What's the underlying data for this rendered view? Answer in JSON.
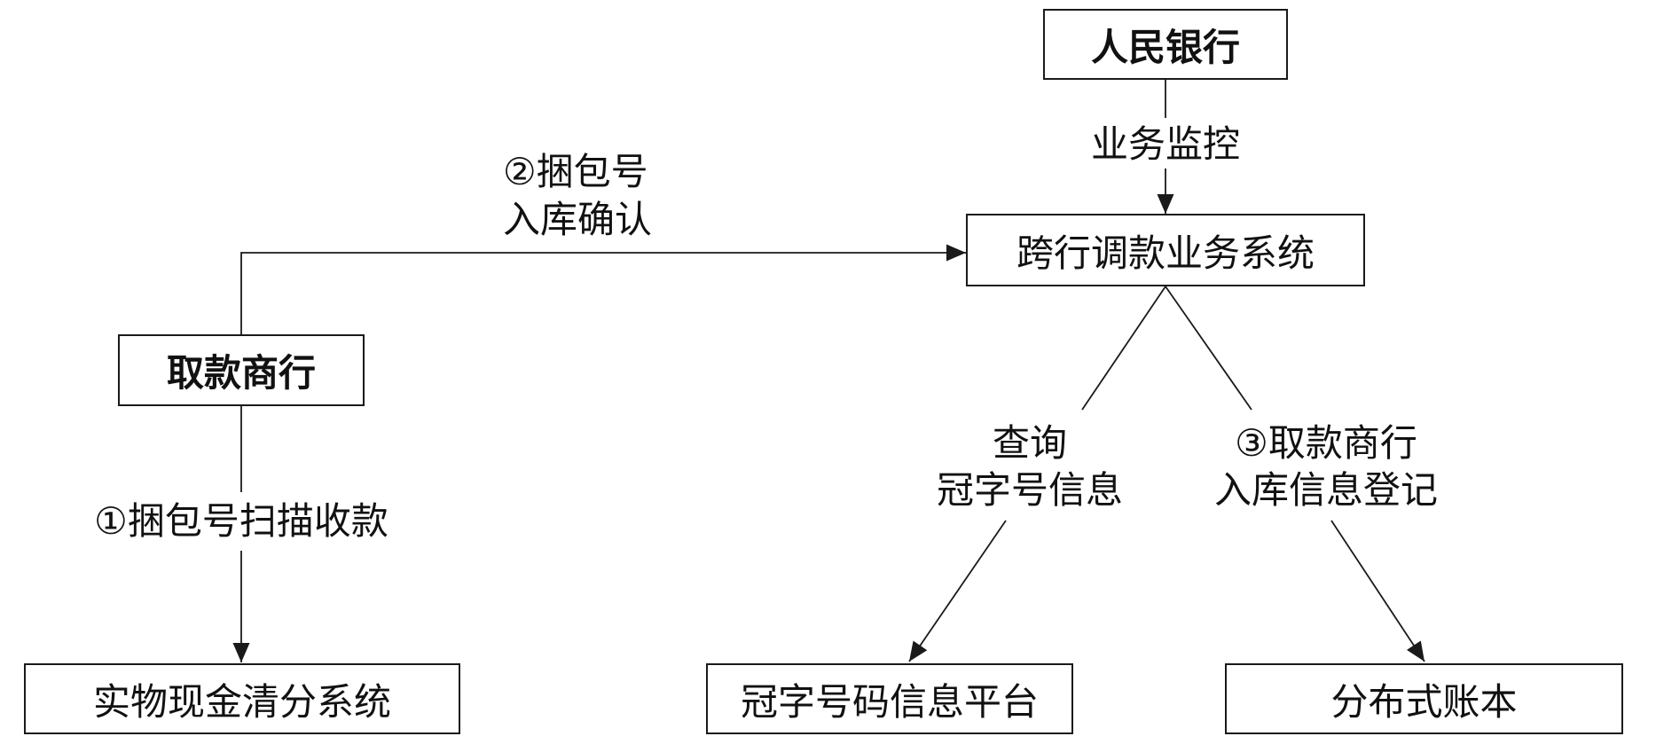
{
  "nodes": {
    "peoples_bank": "人民银行",
    "interbank_system": "跨行调款业务系统",
    "withdrawing_bank": "取款商行",
    "cash_sorting_system": "实物现金清分系统",
    "serial_number_platform": "冠字号码信息平台",
    "distributed_ledger": "分布式账本"
  },
  "edge_labels": {
    "business_monitoring": [
      "业务监控"
    ],
    "step_1": [
      "①捆包号扫描收款"
    ],
    "step_2": [
      "②捆包号",
      "入库确认"
    ],
    "query": [
      "查询",
      "冠字号信息"
    ],
    "step_3": [
      "③取款商行",
      "入库信息登记"
    ]
  }
}
